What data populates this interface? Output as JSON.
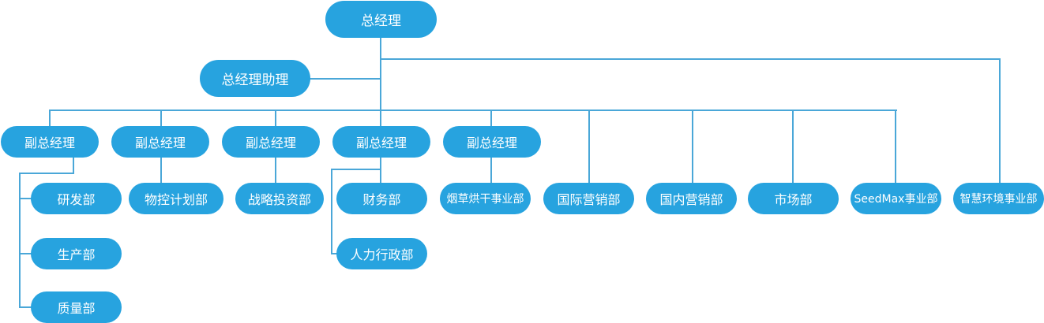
{
  "theme": {
    "node_color": "#27a3df",
    "line_color": "#4aa7d8",
    "text_color": "#ffffff"
  },
  "nodes": {
    "ceo": "总经理",
    "ceo_assistant": "总经理助理",
    "vp1": "副总经理",
    "vp2": "副总经理",
    "vp3": "副总经理",
    "vp4": "副总经理",
    "vp5": "副总经理",
    "rnd": "研发部",
    "production": "生产部",
    "quality": "质量部",
    "logistics_planning": "物控计划部",
    "strategy_investment": "战略投资部",
    "finance": "财务部",
    "hr_admin": "人力行政部",
    "tobacco_drying": "烟草烘干事业部",
    "intl_marketing": "国际营销部",
    "domestic_marketing": "国内营销部",
    "market": "市场部",
    "seedmax": "SeedMax事业部",
    "smart_env": "智慧环境事业部"
  }
}
